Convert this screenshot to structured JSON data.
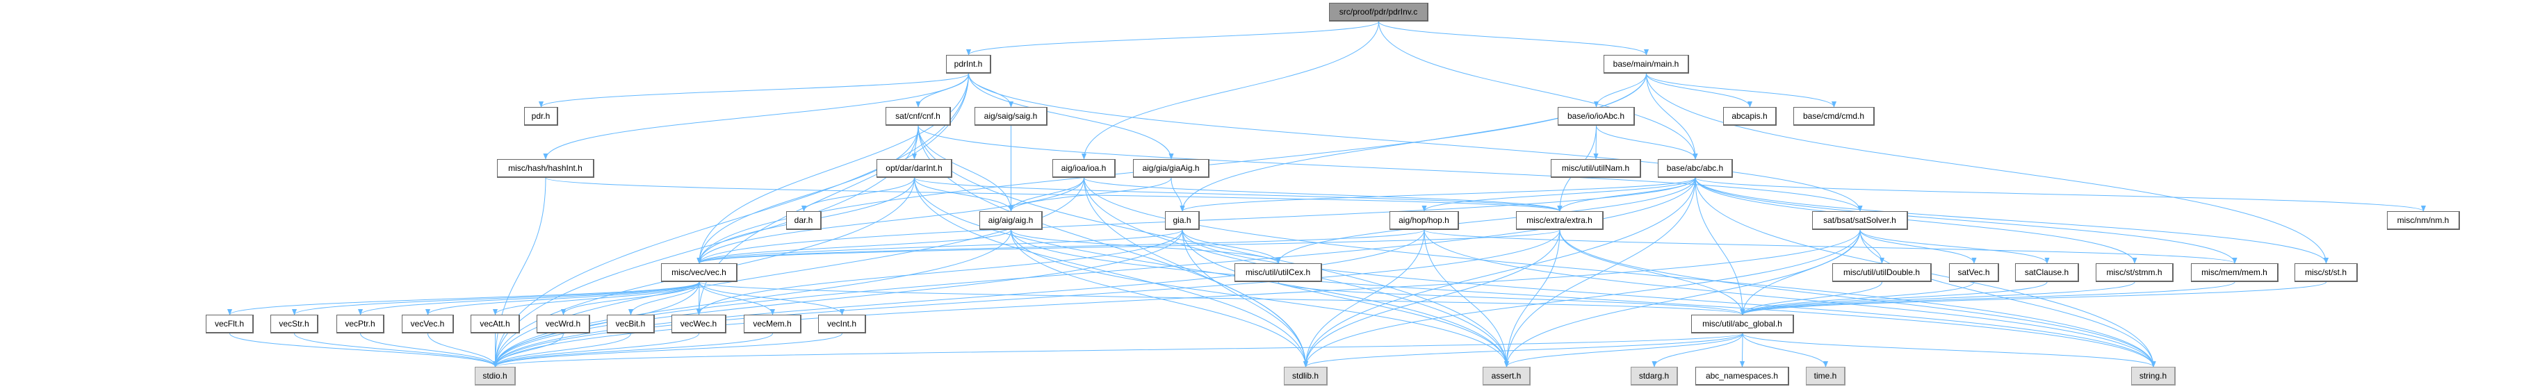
{
  "graph": {
    "edge_color": "#63b8ff",
    "nodes": [
      {
        "id": "root",
        "label": "src/proof/pdr/pdrInv.c",
        "kind": "root"
      },
      {
        "id": "pdrInt",
        "label": "pdrInt.h",
        "kind": "file"
      },
      {
        "id": "main",
        "label": "base/main/main.h",
        "kind": "file"
      },
      {
        "id": "pdr",
        "label": "pdr.h",
        "kind": "file"
      },
      {
        "id": "cnf",
        "label": "sat/cnf/cnf.h",
        "kind": "file"
      },
      {
        "id": "saig",
        "label": "aig/saig/saig.h",
        "kind": "file"
      },
      {
        "id": "ioAbc",
        "label": "base/io/ioAbc.h",
        "kind": "file"
      },
      {
        "id": "abcapis",
        "label": "abcapis.h",
        "kind": "file"
      },
      {
        "id": "cmd",
        "label": "base/cmd/cmd.h",
        "kind": "file"
      },
      {
        "id": "hashInt",
        "label": "misc/hash/hashInt.h",
        "kind": "file"
      },
      {
        "id": "darInt",
        "label": "opt/dar/darInt.h",
        "kind": "file"
      },
      {
        "id": "ioa",
        "label": "aig/ioa/ioa.h",
        "kind": "file"
      },
      {
        "id": "giaAig",
        "label": "aig/gia/giaAig.h",
        "kind": "file"
      },
      {
        "id": "utilNam",
        "label": "misc/util/utilNam.h",
        "kind": "file"
      },
      {
        "id": "abc",
        "label": "base/abc/abc.h",
        "kind": "file"
      },
      {
        "id": "dar",
        "label": "dar.h",
        "kind": "file"
      },
      {
        "id": "aig",
        "label": "aig/aig/aig.h",
        "kind": "file"
      },
      {
        "id": "gia",
        "label": "gia.h",
        "kind": "file"
      },
      {
        "id": "hop",
        "label": "aig/hop/hop.h",
        "kind": "file"
      },
      {
        "id": "extra",
        "label": "misc/extra/extra.h",
        "kind": "file"
      },
      {
        "id": "satSolver",
        "label": "sat/bsat/satSolver.h",
        "kind": "file"
      },
      {
        "id": "nm",
        "label": "misc/nm/nm.h",
        "kind": "file"
      },
      {
        "id": "vec",
        "label": "misc/vec/vec.h",
        "kind": "file"
      },
      {
        "id": "utilCex",
        "label": "misc/util/utilCex.h",
        "kind": "file"
      },
      {
        "id": "utilDouble",
        "label": "misc/util/utilDouble.h",
        "kind": "file"
      },
      {
        "id": "satVec",
        "label": "satVec.h",
        "kind": "file"
      },
      {
        "id": "satClause",
        "label": "satClause.h",
        "kind": "file"
      },
      {
        "id": "stmm",
        "label": "misc/st/stmm.h",
        "kind": "file"
      },
      {
        "id": "mem",
        "label": "misc/mem/mem.h",
        "kind": "file"
      },
      {
        "id": "st",
        "label": "misc/st/st.h",
        "kind": "file"
      },
      {
        "id": "vecFlt",
        "label": "vecFlt.h",
        "kind": "file"
      },
      {
        "id": "vecStr",
        "label": "vecStr.h",
        "kind": "file"
      },
      {
        "id": "vecPtr",
        "label": "vecPtr.h",
        "kind": "file"
      },
      {
        "id": "vecVec",
        "label": "vecVec.h",
        "kind": "file"
      },
      {
        "id": "vecAtt",
        "label": "vecAtt.h",
        "kind": "file"
      },
      {
        "id": "vecWrd",
        "label": "vecWrd.h",
        "kind": "file"
      },
      {
        "id": "vecBit",
        "label": "vecBit.h",
        "kind": "file"
      },
      {
        "id": "vecWec",
        "label": "vecWec.h",
        "kind": "file"
      },
      {
        "id": "vecMem",
        "label": "vecMem.h",
        "kind": "file"
      },
      {
        "id": "vecInt",
        "label": "vecInt.h",
        "kind": "file"
      },
      {
        "id": "abc_global",
        "label": "misc/util/abc_global.h",
        "kind": "file"
      },
      {
        "id": "stdio",
        "label": "stdio.h",
        "kind": "sys"
      },
      {
        "id": "stdlib",
        "label": "stdlib.h",
        "kind": "sys"
      },
      {
        "id": "assert",
        "label": "assert.h",
        "kind": "sys"
      },
      {
        "id": "stdarg",
        "label": "stdarg.h",
        "kind": "sys"
      },
      {
        "id": "abc_namespaces",
        "label": "abc_namespaces.h",
        "kind": "file"
      },
      {
        "id": "time",
        "label": "time.h",
        "kind": "sys"
      },
      {
        "id": "string",
        "label": "string.h",
        "kind": "sys"
      }
    ],
    "edges": [
      [
        "root",
        "pdrInt"
      ],
      [
        "root",
        "main"
      ],
      [
        "root",
        "ioa"
      ],
      [
        "root",
        "abc"
      ],
      [
        "pdrInt",
        "pdr"
      ],
      [
        "pdrInt",
        "hashInt"
      ],
      [
        "pdrInt",
        "cnf"
      ],
      [
        "pdrInt",
        "saig"
      ],
      [
        "pdrInt",
        "giaAig"
      ],
      [
        "pdrInt",
        "vec"
      ],
      [
        "pdrInt",
        "vecWec"
      ],
      [
        "pdrInt",
        "stdio"
      ],
      [
        "pdrInt",
        "satSolver"
      ],
      [
        "main",
        "ioAbc"
      ],
      [
        "main",
        "abc"
      ],
      [
        "main",
        "abcapis"
      ],
      [
        "main",
        "cmd"
      ],
      [
        "main",
        "gia"
      ],
      [
        "main",
        "vec"
      ],
      [
        "main",
        "st"
      ],
      [
        "ioAbc",
        "utilNam"
      ],
      [
        "ioAbc",
        "extra"
      ],
      [
        "ioAbc",
        "abc"
      ],
      [
        "cnf",
        "darInt"
      ],
      [
        "cnf",
        "aig"
      ],
      [
        "cnf",
        "vec"
      ],
      [
        "cnf",
        "stdio"
      ],
      [
        "cnf",
        "assert"
      ],
      [
        "cnf",
        "satSolver"
      ],
      [
        "cnf",
        "stdlib"
      ],
      [
        "saig",
        "aig"
      ],
      [
        "darInt",
        "aig"
      ],
      [
        "darInt",
        "dar"
      ],
      [
        "darInt",
        "vec"
      ],
      [
        "darInt",
        "extra"
      ],
      [
        "darInt",
        "stdio"
      ],
      [
        "darInt",
        "stdlib"
      ],
      [
        "darInt",
        "assert"
      ],
      [
        "ioa",
        "aig"
      ],
      [
        "ioa",
        "vec"
      ],
      [
        "ioa",
        "extra"
      ],
      [
        "ioa",
        "stdio"
      ],
      [
        "ioa",
        "stdlib"
      ],
      [
        "ioa",
        "assert"
      ],
      [
        "ioa",
        "string"
      ],
      [
        "giaAig",
        "gia"
      ],
      [
        "giaAig",
        "aig"
      ],
      [
        "hashInt",
        "stdio"
      ],
      [
        "hashInt",
        "extra"
      ],
      [
        "abc",
        "vec"
      ],
      [
        "abc",
        "gia"
      ],
      [
        "abc",
        "hop"
      ],
      [
        "abc",
        "extra"
      ],
      [
        "abc",
        "utilCex"
      ],
      [
        "abc",
        "nm"
      ],
      [
        "abc",
        "mem"
      ],
      [
        "abc",
        "stmm"
      ],
      [
        "abc",
        "st"
      ],
      [
        "abc",
        "abc_global"
      ],
      [
        "abc",
        "stdio"
      ],
      [
        "abc",
        "stdlib"
      ],
      [
        "abc",
        "assert"
      ],
      [
        "abc",
        "string"
      ],
      [
        "aig",
        "vec"
      ],
      [
        "aig",
        "utilCex"
      ],
      [
        "aig",
        "stdio"
      ],
      [
        "aig",
        "stdlib"
      ],
      [
        "aig",
        "assert"
      ],
      [
        "aig",
        "string"
      ],
      [
        "gia",
        "vec"
      ],
      [
        "gia",
        "vecWec"
      ],
      [
        "gia",
        "utilCex"
      ],
      [
        "gia",
        "stdio"
      ],
      [
        "gia",
        "stdlib"
      ],
      [
        "gia",
        "assert"
      ],
      [
        "gia",
        "string"
      ],
      [
        "hop",
        "vec"
      ],
      [
        "hop",
        "mem"
      ],
      [
        "hop",
        "stdio"
      ],
      [
        "hop",
        "stdlib"
      ],
      [
        "hop",
        "assert"
      ],
      [
        "hop",
        "string"
      ],
      [
        "extra",
        "vec"
      ],
      [
        "extra",
        "stdio"
      ],
      [
        "extra",
        "stdlib"
      ],
      [
        "extra",
        "assert"
      ],
      [
        "extra",
        "string"
      ],
      [
        "extra",
        "abc_global"
      ],
      [
        "satSolver",
        "utilDouble"
      ],
      [
        "satSolver",
        "satVec"
      ],
      [
        "satSolver",
        "satClause"
      ],
      [
        "satSolver",
        "abc_global"
      ],
      [
        "satSolver",
        "stdio"
      ],
      [
        "satSolver",
        "stdlib"
      ],
      [
        "satSolver",
        "assert"
      ],
      [
        "satSolver",
        "string"
      ],
      [
        "vec",
        "vecFlt"
      ],
      [
        "vec",
        "vecStr"
      ],
      [
        "vec",
        "vecPtr"
      ],
      [
        "vec",
        "vecVec"
      ],
      [
        "vec",
        "vecAtt"
      ],
      [
        "vec",
        "vecWrd"
      ],
      [
        "vec",
        "vecBit"
      ],
      [
        "vec",
        "vecWec"
      ],
      [
        "vec",
        "vecMem"
      ],
      [
        "vec",
        "vecInt"
      ],
      [
        "vec",
        "abc_global"
      ],
      [
        "vec",
        "stdio"
      ],
      [
        "vecFlt",
        "stdio"
      ],
      [
        "vecStr",
        "stdio"
      ],
      [
        "vecPtr",
        "stdio"
      ],
      [
        "vecVec",
        "stdio"
      ],
      [
        "vecAtt",
        "stdio"
      ],
      [
        "vecWrd",
        "stdio"
      ],
      [
        "vecBit",
        "stdio"
      ],
      [
        "vecWec",
        "stdio"
      ],
      [
        "vecMem",
        "stdio"
      ],
      [
        "vecInt",
        "stdio"
      ],
      [
        "utilDouble",
        "abc_global"
      ],
      [
        "satVec",
        "abc_global"
      ],
      [
        "satClause",
        "abc_global"
      ],
      [
        "stmm",
        "abc_global"
      ],
      [
        "mem",
        "abc_global"
      ],
      [
        "st",
        "abc_global"
      ],
      [
        "utilCex",
        "abc_global"
      ],
      [
        "abc_global",
        "stdio"
      ],
      [
        "abc_global",
        "stdlib"
      ],
      [
        "abc_global",
        "assert"
      ],
      [
        "abc_global",
        "stdarg"
      ],
      [
        "abc_global",
        "abc_namespaces"
      ],
      [
        "abc_global",
        "time"
      ],
      [
        "abc_global",
        "string"
      ]
    ]
  }
}
